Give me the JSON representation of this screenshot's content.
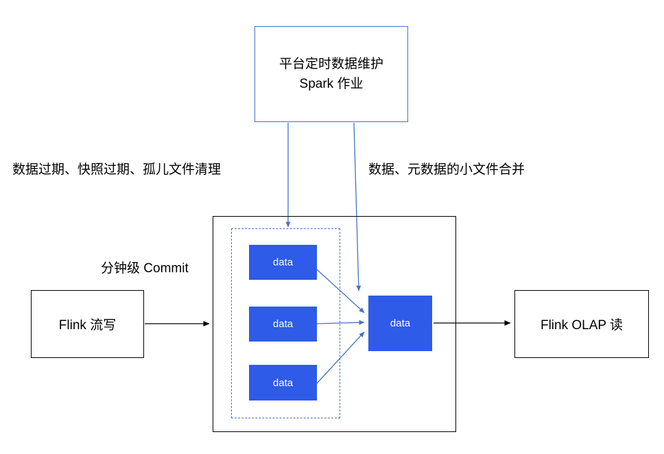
{
  "colors": {
    "blue_fill": "#2E5BE8",
    "blue_stroke": "#4472C4",
    "black_stroke": "#000000"
  },
  "nodes": {
    "spark_box": {
      "line1": "平台定时数据维护",
      "line2": "Spark 作业"
    },
    "flink_write": {
      "label": "Flink 流写"
    },
    "flink_olap": {
      "label": "Flink OLAP 读"
    },
    "data_file": {
      "label": "data"
    }
  },
  "labels": {
    "cleanup": "数据过期、快照过期、孤儿文件清理",
    "compaction": "数据、元数据的小文件合并",
    "commit": "分钟级 Commit"
  },
  "edges": [
    {
      "from": "spark-job-box",
      "to": "uncompacted-files-group",
      "label": "数据过期、快照过期、孤儿文件清理"
    },
    {
      "from": "spark-job-box",
      "to": "merged-data-file-box",
      "label": "数据、元数据的小文件合并"
    },
    {
      "from": "flink-write-box",
      "to": "table-container-box",
      "label": "分钟级 Commit"
    },
    {
      "from": "data-file-box-1",
      "to": "merged-data-file-box",
      "label": ""
    },
    {
      "from": "data-file-box-2",
      "to": "merged-data-file-box",
      "label": ""
    },
    {
      "from": "data-file-box-3",
      "to": "merged-data-file-box",
      "label": ""
    },
    {
      "from": "merged-data-file-box",
      "to": "flink-olap-box",
      "label": ""
    }
  ]
}
